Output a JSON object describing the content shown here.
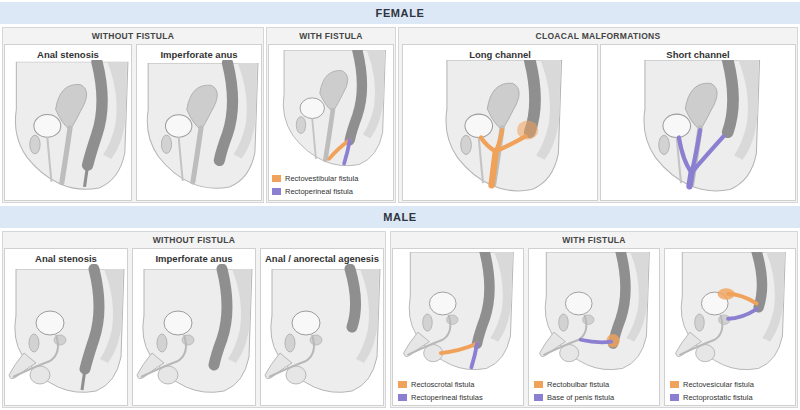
{
  "diagram": {
    "nodes": [
      {
        "text": [
          "FEMALE"
        ]
      },
      {
        "text": [
          "WITHOUT FISTULA"
        ]
      },
      {
        "text": [
          "Anal stenosis"
        ],
        "in": 1
      },
      {
        "text": [
          "Imperforate anus"
        ],
        "in": 1
      },
      {
        "text": [
          "WITH FISTULA"
        ]
      },
      {
        "text": [
          "CLOACAL MALFORMATIONS"
        ]
      },
      {
        "text": [
          "Long channel"
        ],
        "in": 5
      },
      {
        "text": [
          "Short channel"
        ],
        "in": 5
      },
      {
        "text": [
          "MALE"
        ]
      },
      {
        "text": [
          "WITHOUT FISTULA"
        ]
      },
      {
        "text": [
          "Anal stenosis"
        ],
        "in": 9
      },
      {
        "text": [
          "Imperforate anus"
        ],
        "in": 9
      },
      {
        "text": [
          "Anal / anorectal agenesis"
        ],
        "in": 9
      },
      {
        "text": [
          "WITH FISTULA"
        ]
      }
    ],
    "legend": [
      {
        "text": "Rectovestibular fistula",
        "color": "#f0a25a"
      },
      {
        "text": "Rectoperineal fistula",
        "color": "#8a7fd0"
      },
      {
        "text": "Rectoscrotal fistula",
        "color": "#f0a25a"
      },
      {
        "text": "Rectoperineal fistulas",
        "color": "#8a7fd0"
      },
      {
        "text": "Rectobulbar fistula",
        "color": "#f0a25a"
      },
      {
        "text": "Base of penis fistula",
        "color": "#8a7fd0"
      },
      {
        "text": "Rectovesicular fistula",
        "color": "#f0a25a"
      },
      {
        "text": "Rectoprostatic fistula",
        "color": "#8a7fd0"
      }
    ]
  }
}
